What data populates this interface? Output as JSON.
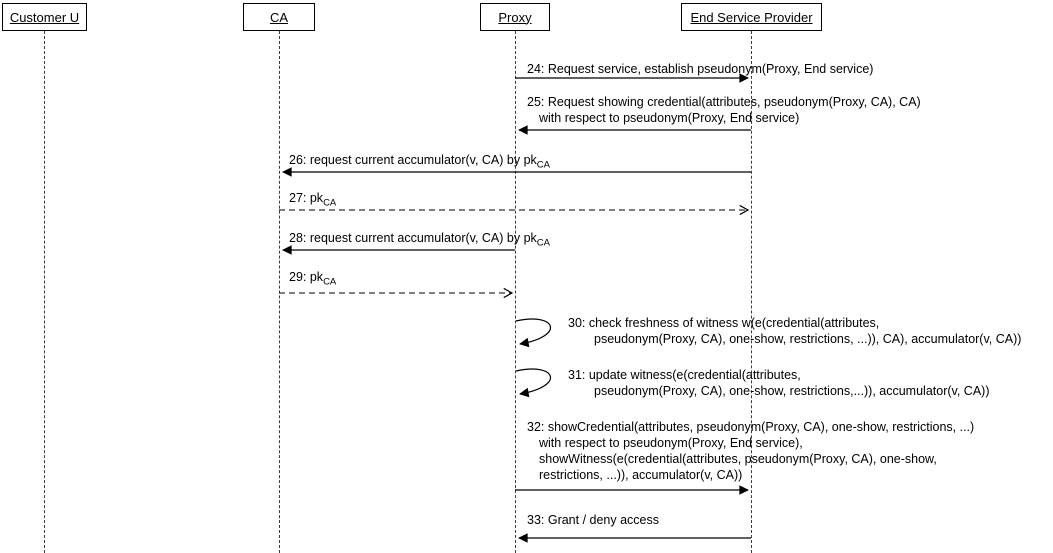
{
  "diagram": {
    "type": "uml-sequence-diagram",
    "colors": {
      "line": "#000000",
      "background": "#ffffff",
      "lifeline_dash": "#3c3c3c"
    },
    "lifelines": [
      {
        "label": "Customer U"
      },
      {
        "label": "CA"
      },
      {
        "label": "Proxy"
      },
      {
        "label": "End Service Provider"
      }
    ],
    "messages": [
      {
        "id": "24",
        "from": "Proxy",
        "to": "End Service Provider",
        "style": "solid",
        "lines": [
          "24: Request service, establish pseudonym(Proxy, End service)"
        ]
      },
      {
        "id": "25",
        "from": "End Service Provider",
        "to": "Proxy",
        "style": "solid",
        "lines": [
          "25: Request showing credential(attributes, pseudonym(Proxy, CA), CA)",
          "with respect to pseudonym(Proxy, End service)"
        ]
      },
      {
        "id": "26",
        "from": "End Service Provider",
        "to": "CA",
        "style": "solid",
        "text": "26: request current accumulator(v, CA) by pk",
        "subscript": "CA"
      },
      {
        "id": "27",
        "from": "CA",
        "to": "End Service Provider",
        "style": "dashed",
        "text": "27: pk",
        "subscript": "CA"
      },
      {
        "id": "28",
        "from": "Proxy",
        "to": "CA",
        "style": "solid",
        "text": "28: request current accumulator(v, CA) by pk",
        "subscript": "CA"
      },
      {
        "id": "29",
        "from": "CA",
        "to": "Proxy",
        "style": "dashed",
        "text": "29: pk",
        "subscript": "CA"
      },
      {
        "id": "30",
        "from": "Proxy",
        "to": "Proxy",
        "style": "self",
        "lines": [
          "30: check freshness of witness w(e(credential(attributes,",
          "pseudonym(Proxy, CA), one-show, restrictions, ...)), CA), accumulator(v, CA))"
        ]
      },
      {
        "id": "31",
        "from": "Proxy",
        "to": "Proxy",
        "style": "self",
        "lines": [
          "31: update witness(e(credential(attributes,",
          "pseudonym(Proxy, CA), one-show, restrictions,...)), accumulator(v, CA))"
        ]
      },
      {
        "id": "32",
        "from": "Proxy",
        "to": "End Service Provider",
        "style": "solid",
        "lines": [
          "32: showCredential(attributes, pseudonym(Proxy, CA), one-show, restrictions, ...)",
          "with respect to pseudonym(Proxy, End service),",
          "showWitness(e(credential(attributes, pseudonym(Proxy, CA), one-show,",
          "restrictions, ...)), accumulator(v, CA))"
        ]
      },
      {
        "id": "33",
        "from": "End Service Provider",
        "to": "Proxy",
        "style": "solid",
        "lines": [
          "33: Grant / deny access"
        ]
      }
    ]
  }
}
